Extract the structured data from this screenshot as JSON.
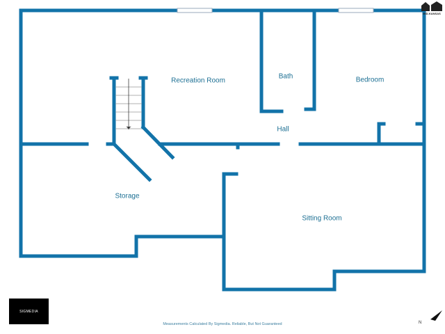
{
  "rooms": {
    "recreation": "Recreation Room",
    "bath": "Bath",
    "bedroom": "Bedroom",
    "hall": "Hall",
    "storage": "Storage",
    "sitting": "Sitting Room"
  },
  "brand": {
    "sigmedia": "SIGMEDIA",
    "logo": "MID-KANSAS"
  },
  "footer": "Measurements Calculated By Sigmedia. Reliable, But Not Guaranteed",
  "compass": "N",
  "colors": {
    "wall": "#1273a9",
    "label": "#1c6f93"
  }
}
